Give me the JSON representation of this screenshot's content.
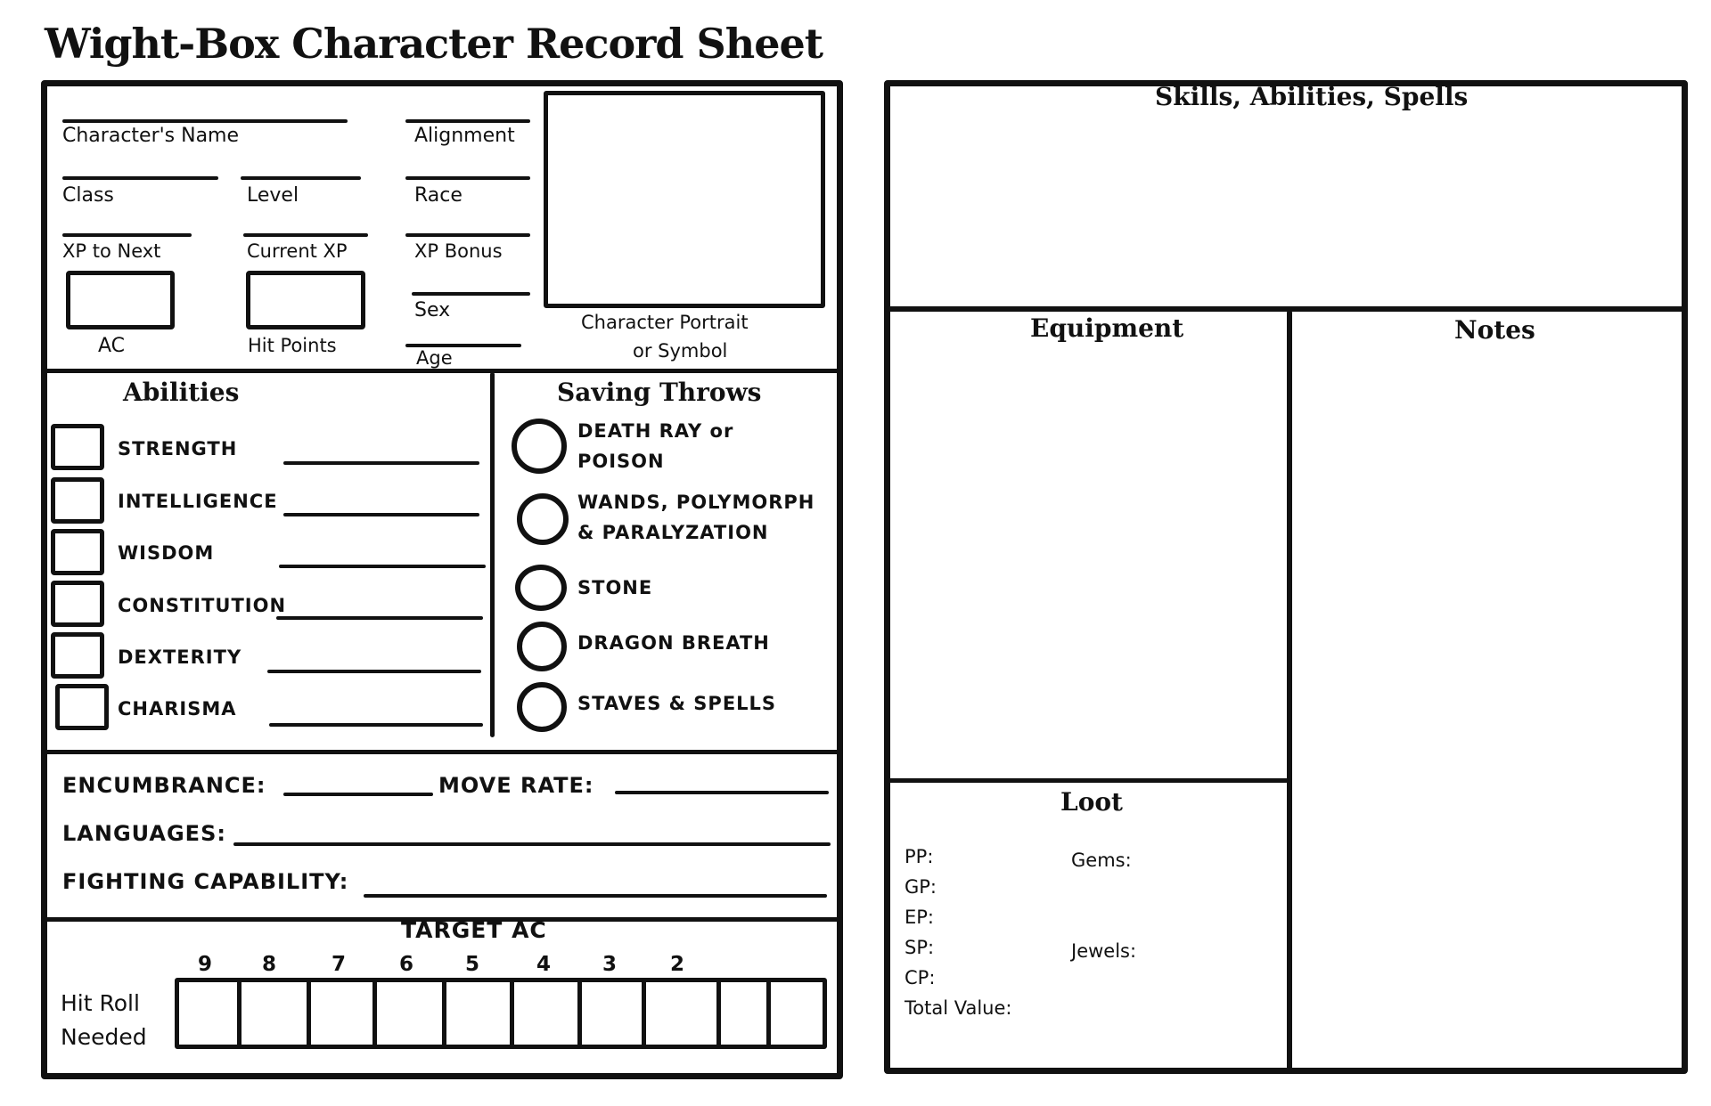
{
  "title": "Wight-Box Character Record Sheet",
  "identity": {
    "character_name": "Character's Name",
    "alignment": "Alignment",
    "class": "Class",
    "level": "Level",
    "race": "Race",
    "xp_to_next": "XP to Next",
    "current_xp": "Current XP",
    "xp_bonus": "XP Bonus",
    "sex": "Sex",
    "age": "Age",
    "ac": "AC",
    "hit_points": "Hit Points",
    "portrait_line1": "Character Portrait",
    "portrait_line2": "or Symbol"
  },
  "abilities": {
    "heading": "Abilities",
    "items": [
      "STRENGTH",
      "INTELLIGENCE",
      "WISDOM",
      "CONSTITUTION",
      "DEXTERITY",
      "CHARISMA"
    ]
  },
  "saving_throws": {
    "heading": "Saving Throws",
    "items": [
      {
        "line1": "DEATH RAY or",
        "line2": "POISON"
      },
      {
        "line1": "WANDS, POLYMORPH",
        "line2": "& PARALYZATION"
      },
      {
        "line1": "STONE",
        "line2": ""
      },
      {
        "line1": "DRAGON BREATH",
        "line2": ""
      },
      {
        "line1": "STAVES & SPELLS",
        "line2": ""
      }
    ]
  },
  "stats": {
    "encumbrance": "ENCUMBRANCE:",
    "move_rate": "MOVE RATE:",
    "languages": "LANGUAGES:",
    "fighting_capability": "FIGHTING CAPABILITY:"
  },
  "target_ac": {
    "heading": "TARGET AC",
    "hit_roll_line1": "Hit Roll",
    "hit_roll_line2": "Needed",
    "ac_values": [
      "9",
      "8",
      "7",
      "6",
      "5",
      "4",
      "3",
      "2"
    ]
  },
  "right_panel": {
    "skills_heading": "Skills, Abilities, Spells",
    "equipment_heading": "Equipment",
    "notes_heading": "Notes",
    "loot_heading": "Loot",
    "loot_left": [
      "PP:",
      "GP:",
      "EP:",
      "SP:",
      "CP:",
      "Total Value:"
    ],
    "gems": "Gems:",
    "jewels": "Jewels:"
  }
}
